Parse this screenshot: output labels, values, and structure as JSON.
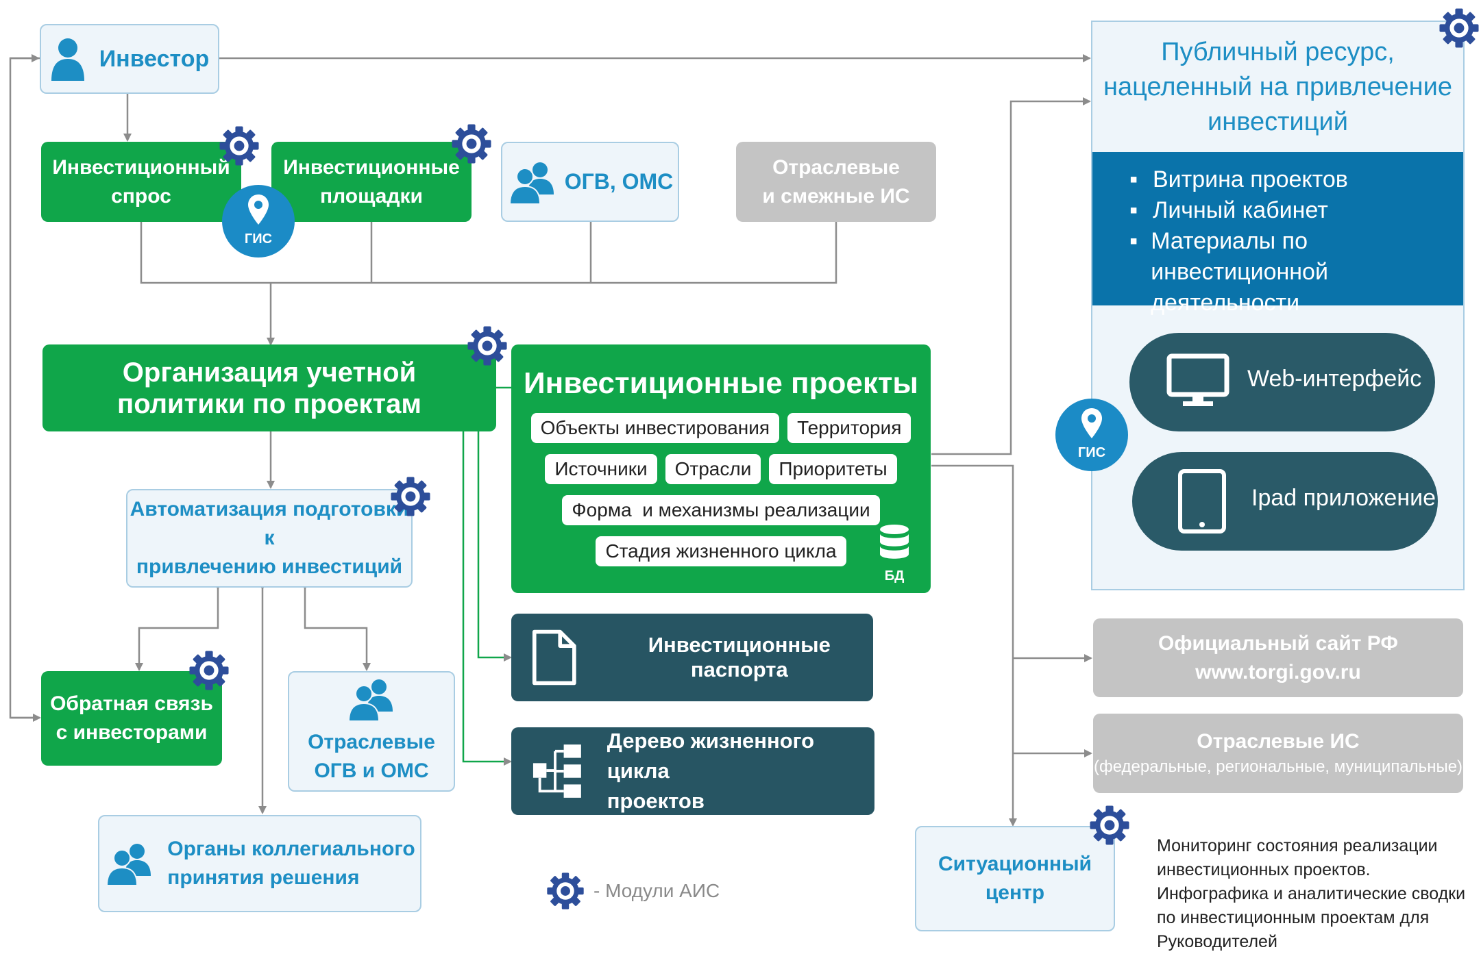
{
  "investor": "Инвестор",
  "demand": "Инвестиционный\nспрос",
  "platforms": "Инвестиционные\nплощадки",
  "ogv_top": "ОГВ, ОМС",
  "industry_top": "Отраслевые\nи смежные ИС",
  "gis_label": "ГИС",
  "accounting": "Организация учетной\nполитики по проектам",
  "projects": {
    "title": "Инвестиционные проекты",
    "tags": [
      "Объекты инвестирования",
      "Территория",
      "Источники",
      "Отрасли",
      "Приоритеты",
      "Форма  и механизмы реализации",
      "Стадия жизненного цикла"
    ],
    "db_label": "БД"
  },
  "automation": "Автоматизация подготовки к\nпривлечению инвестиций",
  "feedback": "Обратная связь\nс инвесторами",
  "ogv_bottom": "Отраслевые\nОГВ и ОМС",
  "collegial": "Органы коллегиального\nпринятия решения",
  "passports": "Инвестиционные паспорта",
  "tree": "Дерево жизненного цикла\nпроектов",
  "legend": "- Модули АИС",
  "public": {
    "title": "Публичный ресурс,\nнацеленный на привлечение\nинвестиций",
    "bullets": [
      "Витрина проектов",
      "Личный кабинет",
      "Материалы по инвестиционной\nдеятельности"
    ],
    "web": "Web-интерфейс",
    "ipad": "Ipad приложение"
  },
  "official": "Официальный сайт РФ\nwww.torgi.gov.ru",
  "industry_is": {
    "title": "Отраслевые ИС",
    "subtitle": "(федеральные, региональные, муниципальные)"
  },
  "situation": "Ситуационный\nцентр",
  "monitoring": "Мониторинг состояния реализации\nинвестиционных проектов.\nИнфографика и аналитические сводки\nпо инвестиционным проектам для\nРуководителей",
  "colors": {
    "green": "#10a64a",
    "blue": "#1d8ec4",
    "dark": "#275563",
    "grey": "#c4c4c4",
    "gear": "#2d4e9a"
  }
}
